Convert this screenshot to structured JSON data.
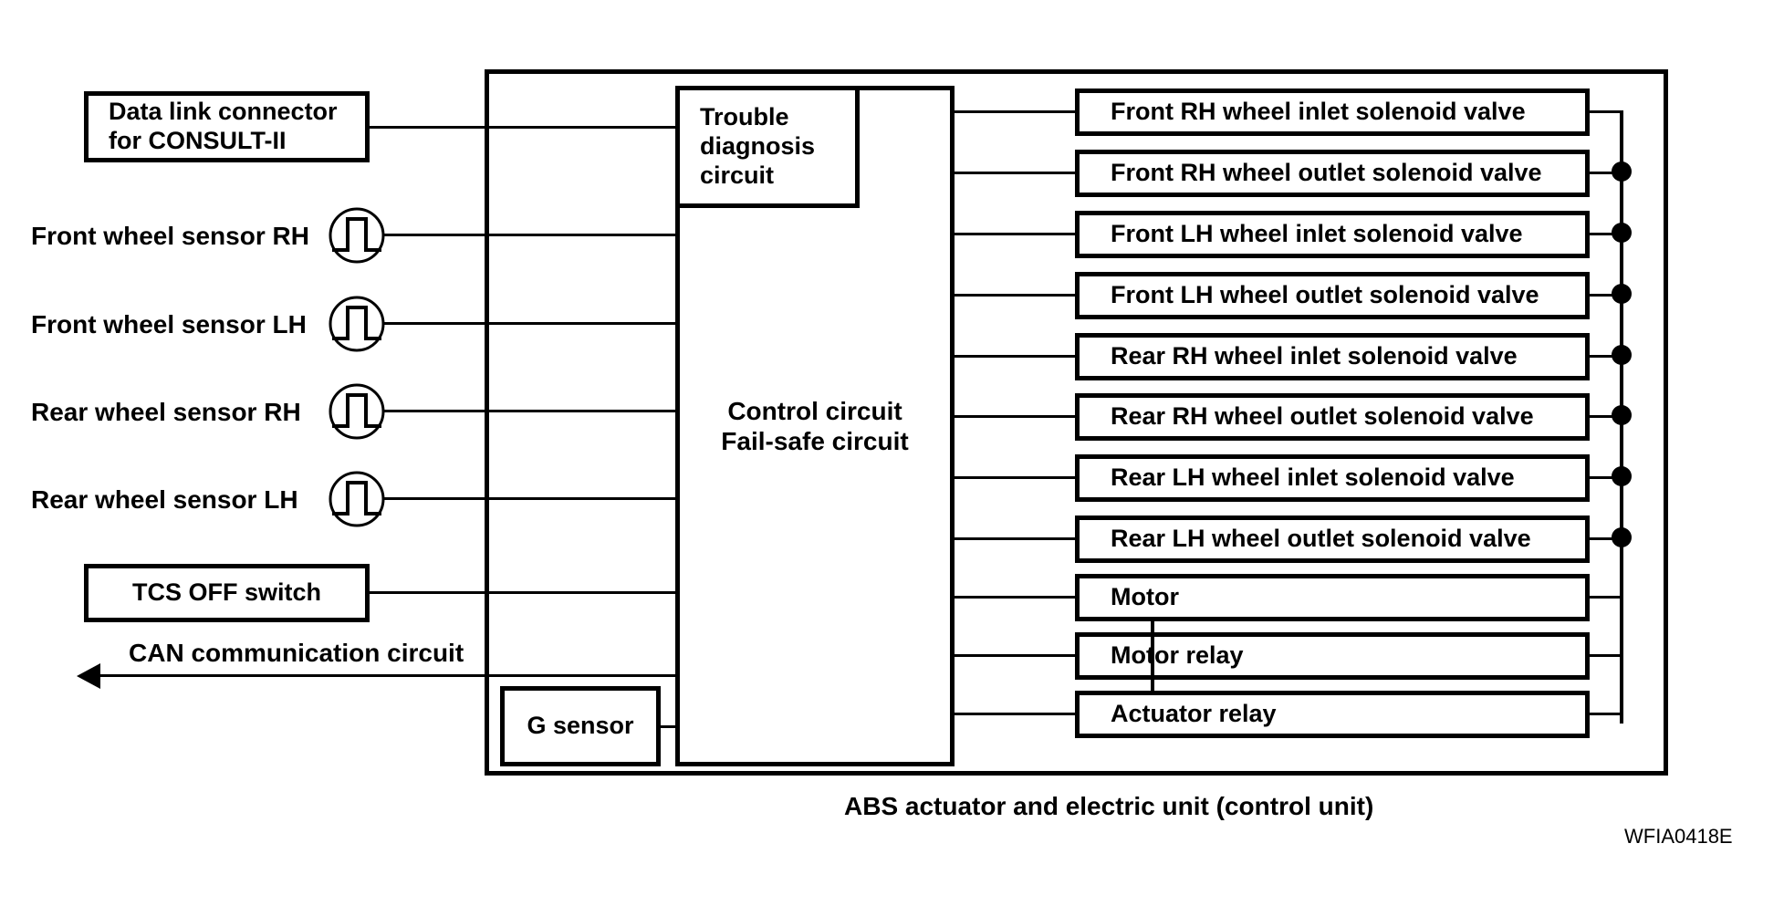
{
  "figure": {
    "caption": "ABS actuator and electric unit (control unit)",
    "figure_id": "WFIA0418E"
  },
  "inputs": {
    "data_link": {
      "line1": "Data link connector",
      "line2": "for CONSULT-II"
    },
    "sensors": [
      {
        "label": "Front wheel sensor RH",
        "icon": "pulse-sensor-icon"
      },
      {
        "label": "Front wheel sensor LH",
        "icon": "pulse-sensor-icon"
      },
      {
        "label": "Rear wheel sensor RH",
        "icon": "pulse-sensor-icon"
      },
      {
        "label": "Rear wheel sensor LH",
        "icon": "pulse-sensor-icon"
      }
    ],
    "tcs_switch": "TCS OFF switch",
    "can_circuit": "CAN communication circuit"
  },
  "control_unit": {
    "trouble_diagnosis": "Trouble\ndiagnosis\ncircuit",
    "trouble_diagnosis_lines": [
      "Trouble",
      "diagnosis",
      "circuit"
    ],
    "control_circuit_lines": [
      "Control circuit",
      "Fail-safe circuit"
    ],
    "g_sensor": "G sensor"
  },
  "outputs": [
    {
      "label": "Front RH wheel inlet solenoid valve",
      "has_junction_dot": false
    },
    {
      "label": "Front RH wheel outlet solenoid valve",
      "has_junction_dot": true
    },
    {
      "label": "Front LH wheel inlet solenoid valve",
      "has_junction_dot": true
    },
    {
      "label": "Front LH wheel outlet solenoid valve",
      "has_junction_dot": true
    },
    {
      "label": "Rear RH wheel inlet solenoid valve",
      "has_junction_dot": true
    },
    {
      "label": "Rear RH wheel outlet solenoid valve",
      "has_junction_dot": true
    },
    {
      "label": "Rear LH wheel inlet solenoid valve",
      "has_junction_dot": true
    },
    {
      "label": "Rear LH wheel outlet solenoid valve",
      "has_junction_dot": true
    },
    {
      "label": "Motor",
      "has_junction_dot": false
    },
    {
      "label": "Motor relay",
      "has_junction_dot": false
    },
    {
      "label": "Actuator relay",
      "has_junction_dot": false
    }
  ],
  "colors": {
    "line": "#000000",
    "background": "#ffffff"
  }
}
